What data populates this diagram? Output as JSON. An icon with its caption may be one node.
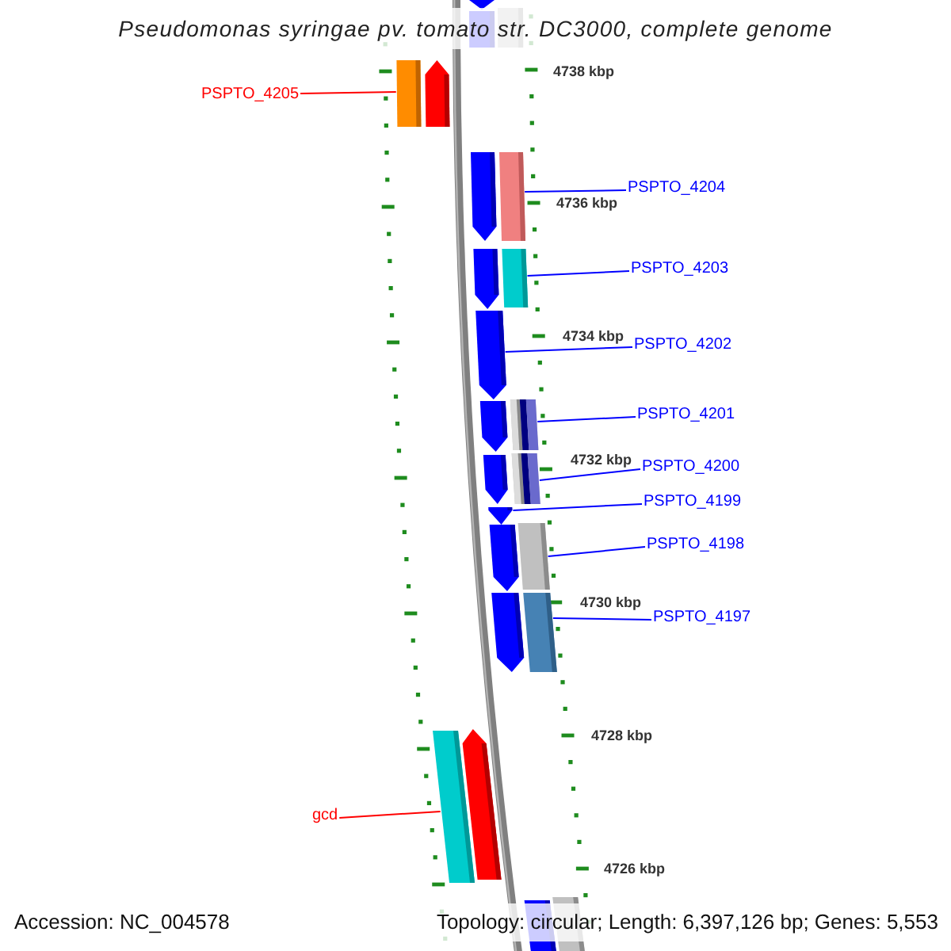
{
  "diagram": {
    "title": "Pseudomonas syringae pv. tomato str. DC3000, complete genome",
    "nodes": [
      {
        "text": [],
        "shape": "bar"
      },
      {
        "text": [],
        "shape": "bar"
      },
      {
        "text": [],
        "shape": "bar"
      },
      {
        "text": [
          "PSPTO_4205"
        ]
      },
      {
        "text": [],
        "shape": "bar"
      },
      {
        "text": [],
        "shape": "bar"
      },
      {
        "text": [],
        "shape": "bar"
      },
      {
        "text": [],
        "shape": "bar"
      },
      {
        "text": [
          "PSPTO_4204"
        ]
      },
      {
        "text": [],
        "shape": "bar"
      },
      {
        "text": [],
        "shape": "bar"
      },
      {
        "text": [
          "PSPTO_4203"
        ]
      },
      {
        "text": [],
        "shape": "bar"
      },
      {
        "text": [
          "PSPTO_4202"
        ]
      },
      {
        "text": [],
        "shape": "bar"
      },
      {
        "text": [],
        "shape": "bar"
      },
      {
        "text": [
          "PSPTO_4201"
        ]
      },
      {
        "text": [],
        "shape": "bar"
      },
      {
        "text": [],
        "shape": "bar"
      },
      {
        "text": [
          "PSPTO_4200"
        ]
      },
      {
        "text": [],
        "shape": "bar"
      },
      {
        "text": [
          "PSPTO_4199"
        ]
      },
      {
        "text": [],
        "shape": "bar"
      },
      {
        "text": [],
        "shape": "bar"
      },
      {
        "text": [
          "PSPTO_4198"
        ]
      },
      {
        "text": [],
        "shape": "bar"
      },
      {
        "text": [],
        "shape": "bar"
      },
      {
        "text": [
          "PSPTO_4197"
        ]
      },
      {
        "text": [
          "gcd"
        ]
      },
      {
        "text": [],
        "shape": "bar"
      },
      {
        "text": [],
        "shape": "bar"
      },
      {
        "text": [],
        "shape": "bar"
      },
      {
        "text": [],
        "shape": "bar"
      }
    ],
    "edges": [
      {
        "from": 3,
        "to": 4,
        "arrow": "none",
        "color": "#ff0000"
      },
      {
        "from": 8,
        "to": 7,
        "arrow": "none"
      },
      {
        "from": 11,
        "to": 10,
        "arrow": "none"
      },
      {
        "from": 13,
        "to": 12,
        "arrow": "none"
      },
      {
        "from": 16,
        "to": 15,
        "arrow": "none"
      },
      {
        "from": 19,
        "to": 18,
        "arrow": "none"
      },
      {
        "from": 21,
        "to": 20,
        "arrow": "none"
      },
      {
        "from": 24,
        "to": 23,
        "arrow": "none"
      },
      {
        "from": 27,
        "to": 26,
        "arrow": "none"
      },
      {
        "from": 28,
        "to": 29,
        "arrow": "none",
        "color": "#ff0000"
      }
    ],
    "labels": [
      "4738 kbp",
      "4736 kbp",
      "4734 kbp",
      "4732 kbp",
      "4730 kbp",
      "4728 kbp",
      "4726 kbp",
      "Accession: NC_004578",
      "Topology: circular; Length: 6,397,126 bp; Genes: 5,553"
    ]
  }
}
